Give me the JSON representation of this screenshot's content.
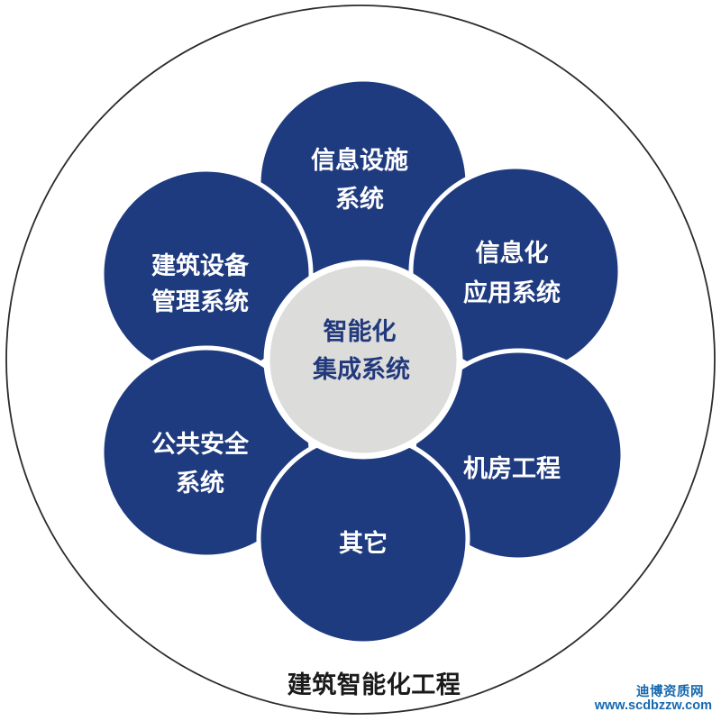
{
  "diagram": {
    "caption": "建筑智能化工程",
    "center_node": {
      "label_lines": [
        "智能化",
        "集成系统"
      ]
    },
    "petals": [
      {
        "name": "information-facility-system",
        "label_lines": [
          "信息设施",
          "系统"
        ]
      },
      {
        "name": "informatization-application-system",
        "label_lines": [
          "信息化",
          "应用系统"
        ]
      },
      {
        "name": "building-equipment-management-system",
        "label_lines": [
          "建筑设备",
          "管理系统"
        ]
      },
      {
        "name": "public-security-system",
        "label_lines": [
          "公共安全",
          "系统"
        ]
      },
      {
        "name": "machine-room-engineering",
        "label_lines": [
          "机房工程"
        ]
      },
      {
        "name": "others",
        "label_lines": [
          "其它"
        ]
      }
    ],
    "colors": {
      "petal_fill": "#1F3B80",
      "petal_text": "#FFFFFF",
      "center_fill": "#DCDCDA",
      "center_text": "#22397C",
      "outer_ring": "#2B2B2B",
      "caption_text": "#1A1A1A",
      "watermark_text": "#1668AF"
    }
  },
  "watermark": {
    "site_name": "迪博资质网",
    "site_url": "www.scdbzzw.com"
  }
}
